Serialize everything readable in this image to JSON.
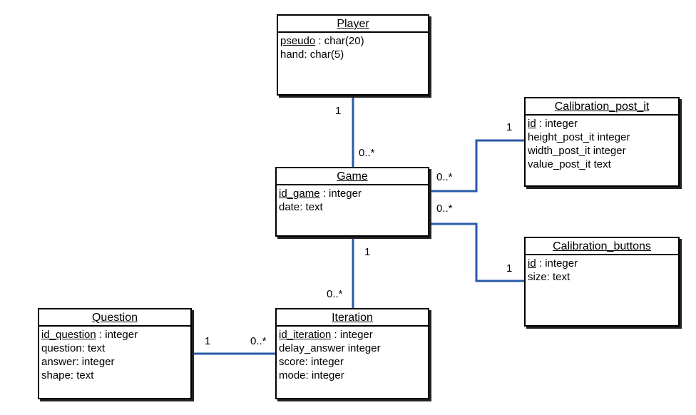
{
  "classes": {
    "player": {
      "name": "Player",
      "attributes": [
        {
          "key": "pseudo",
          "rest": " : char(20)"
        },
        {
          "key": "",
          "rest": "hand:  char(5)"
        }
      ]
    },
    "game": {
      "name": "Game",
      "attributes": [
        {
          "key": "id_game",
          "rest": " : integer"
        },
        {
          "key": "",
          "rest": "date:  text"
        }
      ]
    },
    "calibration_post_it": {
      "name": "Calibration_post_it",
      "attributes": [
        {
          "key": "id",
          "rest": " : integer"
        },
        {
          "key": "",
          "rest": "height_post_it  integer"
        },
        {
          "key": "",
          "rest": "width_post_it  integer"
        },
        {
          "key": "",
          "rest": "value_post_it  text"
        }
      ]
    },
    "calibration_buttons": {
      "name": "Calibration_buttons",
      "attributes": [
        {
          "key": "id",
          "rest": " : integer"
        },
        {
          "key": "",
          "rest": "size:  text"
        }
      ]
    },
    "iteration": {
      "name": "Iteration",
      "attributes": [
        {
          "key": "id_iteration",
          "rest": " : integer"
        },
        {
          "key": "",
          "rest": "delay_answer  integer"
        },
        {
          "key": "",
          "rest": "score:  integer"
        },
        {
          "key": "",
          "rest": "mode:  integer"
        }
      ]
    },
    "question": {
      "name": "Question",
      "attributes": [
        {
          "key": "id_question",
          "rest": " : integer"
        },
        {
          "key": "",
          "rest": "question:  text"
        },
        {
          "key": "",
          "rest": "answer:  integer"
        },
        {
          "key": "",
          "rest": "shape:  text"
        }
      ]
    }
  },
  "multiplicities": {
    "player_game_one": "1",
    "player_game_many": "0..*",
    "postit_one": "1",
    "postit_game_many": "0..*",
    "buttons_game_many": "0..*",
    "buttons_one": "1",
    "game_iteration_one": "1",
    "game_iteration_many": "0..*",
    "question_one": "1",
    "question_iteration_many": "0..*"
  },
  "colors": {
    "association_line": "#2a5aa8",
    "box_border": "#000000"
  }
}
